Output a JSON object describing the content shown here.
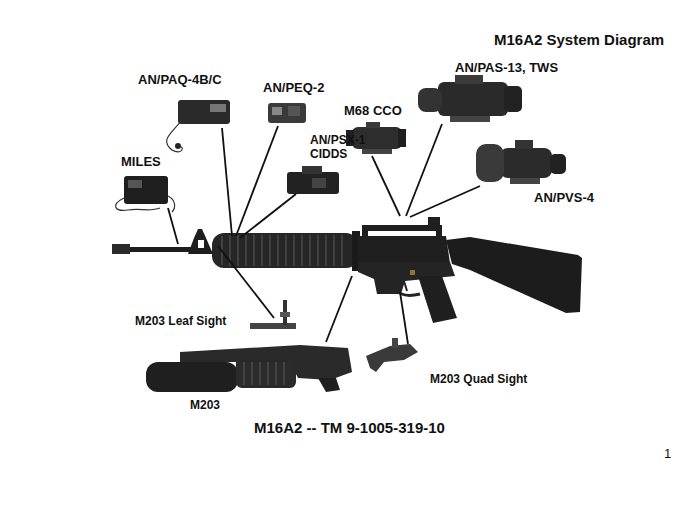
{
  "diagram": {
    "title": "M16A2 System Diagram",
    "caption": "M16A2 -- TM 9-1005-319-10",
    "labels": [
      "AN/PAQ-4B/C",
      "AN/PEQ-2",
      "AN/PAS-13, TWS",
      "M68 CCO",
      "AN/PSX-1 CIDDS",
      "MILES",
      "AN/PVS-4",
      "M203 Leaf Sight",
      "M203 Quad Sight",
      "M203",
      "1"
    ]
  }
}
